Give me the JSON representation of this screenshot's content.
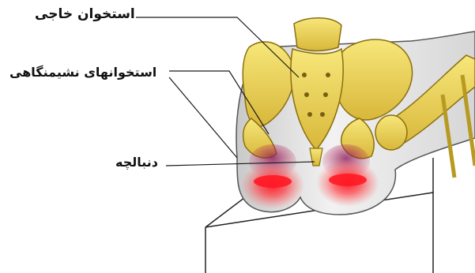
{
  "labels": {
    "sacrum": "استخوان خاجی",
    "ischial_bones": "استخوانهای نشیمنگاهی",
    "coccyx": "دنبالچه"
  },
  "colors": {
    "bone": "#f1d95a",
    "bone_shadow": "#b79a22",
    "skin": "#dedede",
    "pain": "#e8202a",
    "leader_line": "#1a1a1a"
  }
}
